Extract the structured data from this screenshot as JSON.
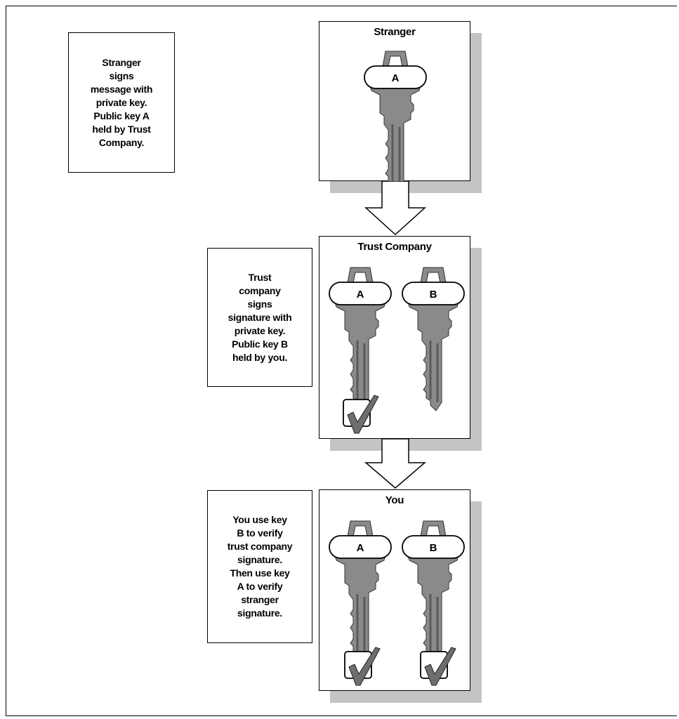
{
  "stages": [
    {
      "title": "Stranger",
      "note": "Stranger\nsigns\nmessage with\nprivate key.\nPublic key A\nheld by Trust\nCompany.",
      "keys": [
        "A"
      ],
      "checks": 0
    },
    {
      "title": "Trust Company",
      "note": "Trust\ncompany\nsigns\nsignature with\nprivate key.\nPublic key B\nheld by you.",
      "keys": [
        "A",
        "B"
      ],
      "checks": 1
    },
    {
      "title": "You",
      "note": "You use key\nB to verify\ntrust company\nsignature.\nThen use key\nA to verify\nstranger\nsignature.",
      "keys": [
        "A",
        "B"
      ],
      "checks": 2
    }
  ],
  "colors": {
    "key_fill": "#8a8a8a",
    "shadow": "#c4c4c4",
    "border": "#000000"
  },
  "icons": {
    "key": "key-icon",
    "check": "checkmark-icon",
    "arrow": "down-arrow-icon"
  }
}
